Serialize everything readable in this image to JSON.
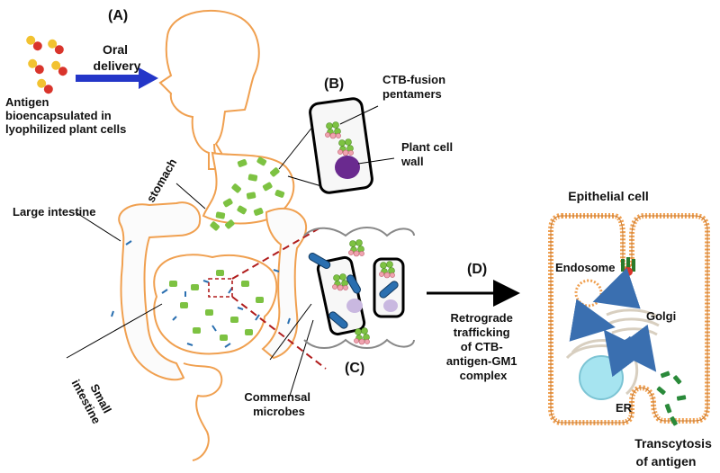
{
  "panels": {
    "a": "(A)",
    "b": "(B)",
    "c": "(C)",
    "d": "(D)"
  },
  "labels": {
    "oral_delivery": [
      "Oral",
      "delivery"
    ],
    "antigen_caption": [
      "Antigen",
      "bioencapsulated in",
      "lyophilized plant cells"
    ],
    "ctb_fusion": [
      "CTB-fusion",
      "pentamers"
    ],
    "plant_cell_wall": [
      "Plant cell",
      "wall"
    ],
    "stomach": "stomach",
    "large_intestine": "Large intestine",
    "small_intestine": [
      "Small",
      "intestine"
    ],
    "commensal_microbes": [
      "Commensal",
      "microbes"
    ],
    "epithelial_cell": "Epithelial cell",
    "endosome": "Endosome",
    "golgi": "Golgi",
    "er": "ER",
    "retrograde": [
      "Retrograde",
      "trafficking",
      "of CTB-",
      "antigen-GM1",
      "complex"
    ],
    "transcytosis": [
      "Transcytosis",
      "of antigen"
    ]
  },
  "colors": {
    "body_outline": "#f0a050",
    "antigen_green": "#7dc242",
    "capsule_red": "#d9342b",
    "capsule_yellow": "#f2c230",
    "arrow_blue": "#2436c8",
    "microbe_blue": "#2a6fb0",
    "dashed_red": "#b01c1c",
    "nucleus_purple": "#6a2a8f",
    "er_cyan": "#a6e4f0"
  }
}
